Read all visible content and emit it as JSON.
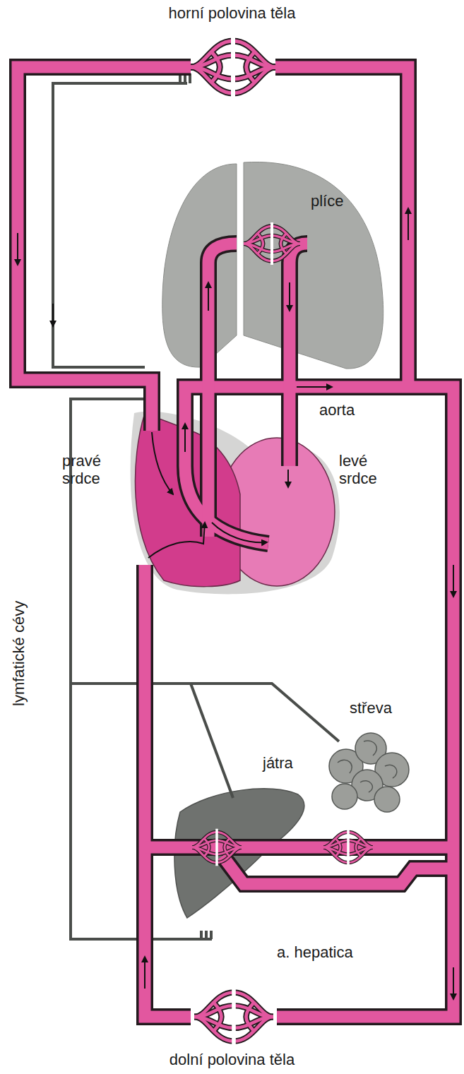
{
  "diagram": {
    "labels": [
      "horní polovina těla",
      "plíce",
      "aorta",
      "pravé srdce",
      "levé srdce",
      "lymfatické cévy",
      "střeva",
      "játra",
      "a. hepatica",
      "dolní polovina těla"
    ]
  }
}
